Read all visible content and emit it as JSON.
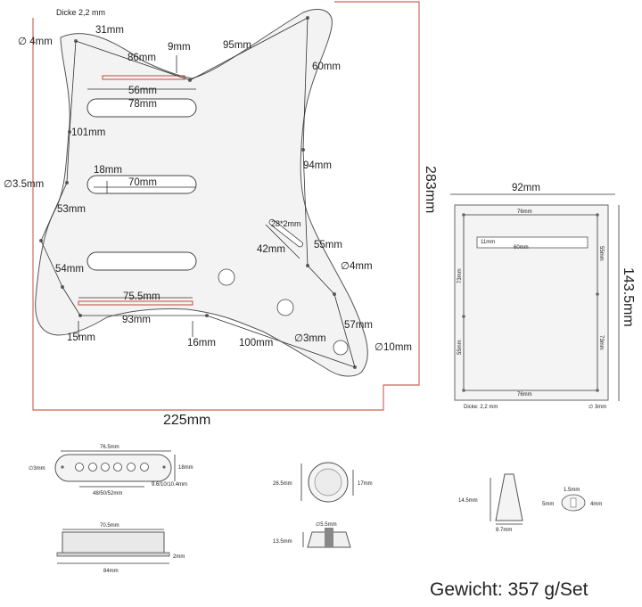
{
  "pickguard": {
    "thickness_note": "Dicke 2,2 mm",
    "labels": {
      "hole_top_left": "4mm",
      "d31": "31mm",
      "d9": "9mm",
      "d95": "95mm",
      "d86": "86mm",
      "d60": "60mm",
      "d56": "56mm",
      "d78": "78mm",
      "d101": "101mm",
      "d94": "94mm",
      "d18": "18mm",
      "d70": "70mm",
      "hole_left": "3.5mm",
      "d53": "53mm",
      "d28x2": "28*2mm",
      "d42": "42mm",
      "d55": "55mm",
      "hole_right": "4mm",
      "d54": "54mm",
      "d75_5": "75.5mm",
      "d93": "93mm",
      "d57": "57mm",
      "hole_bottom_right": "3mm",
      "knob_hole": "10mm",
      "d15": "15mm",
      "d16": "16mm",
      "d100": "100mm",
      "height": "283mm",
      "width": "225mm"
    }
  },
  "backplate": {
    "width": "92mm",
    "height": "143.5mm",
    "top_inner": "76mm",
    "bottom_inner": "76mm",
    "slot_small": "11mm",
    "slot_long": "60mm",
    "right_upper": "55mm",
    "right_lower": "73mm",
    "left_upper": "73mm",
    "left_lower": "55mm",
    "thickness_note": "Dicke: 2,2 mm",
    "hole": "3mm"
  },
  "pickup_cover": {
    "length": "76.5mm",
    "hole": "3mm",
    "width": "18mm",
    "pole_spacing": "48/50/52mm",
    "pole_diameter": "9.6/10/10.4mm"
  },
  "pickup_side": {
    "length_top": "70.5mm",
    "length_bottom": "84mm",
    "thickness": "2mm"
  },
  "knob": {
    "diameter": "26.5mm",
    "height": "17mm",
    "side_hole": "5.5mm",
    "side_height": "13.5mm"
  },
  "switch_tip": {
    "height": "14.5mm",
    "width": "8.7mm",
    "slot": "1.5mm",
    "inner": "5mm",
    "depth": "4mm"
  },
  "weight": "Gewicht: 357 g/Set"
}
